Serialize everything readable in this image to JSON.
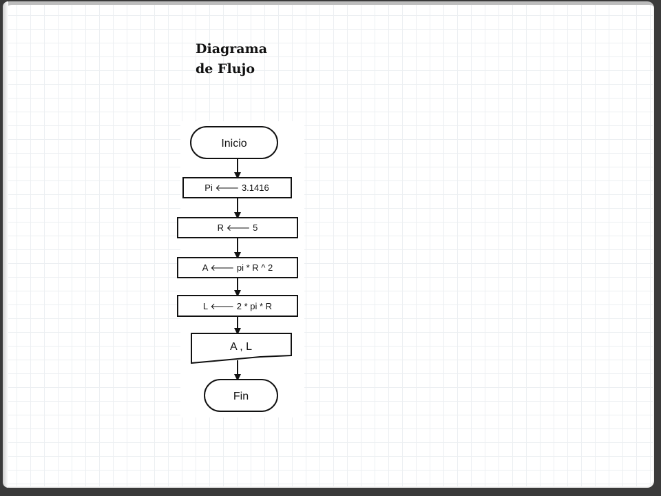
{
  "title": {
    "line1": "Diagrama",
    "line2": "de Flujo"
  },
  "flowchart": {
    "nodes": [
      {
        "id": "start",
        "type": "terminator",
        "label": "Inicio"
      },
      {
        "id": "pi",
        "type": "process",
        "label": "Pi 🡐 3.1416"
      },
      {
        "id": "r",
        "type": "process",
        "label": "R 🡐 5"
      },
      {
        "id": "area",
        "type": "process",
        "label": "A 🡐 pi * R ^ 2"
      },
      {
        "id": "length",
        "type": "process",
        "label": "L 🡐 2 * pi * R"
      },
      {
        "id": "output",
        "type": "document",
        "label": "A , L"
      },
      {
        "id": "end",
        "type": "terminator",
        "label": "Fin"
      }
    ],
    "edges": [
      [
        "start",
        "pi"
      ],
      [
        "pi",
        "r"
      ],
      [
        "r",
        "area"
      ],
      [
        "area",
        "length"
      ],
      [
        "length",
        "output"
      ],
      [
        "output",
        "end"
      ]
    ]
  }
}
